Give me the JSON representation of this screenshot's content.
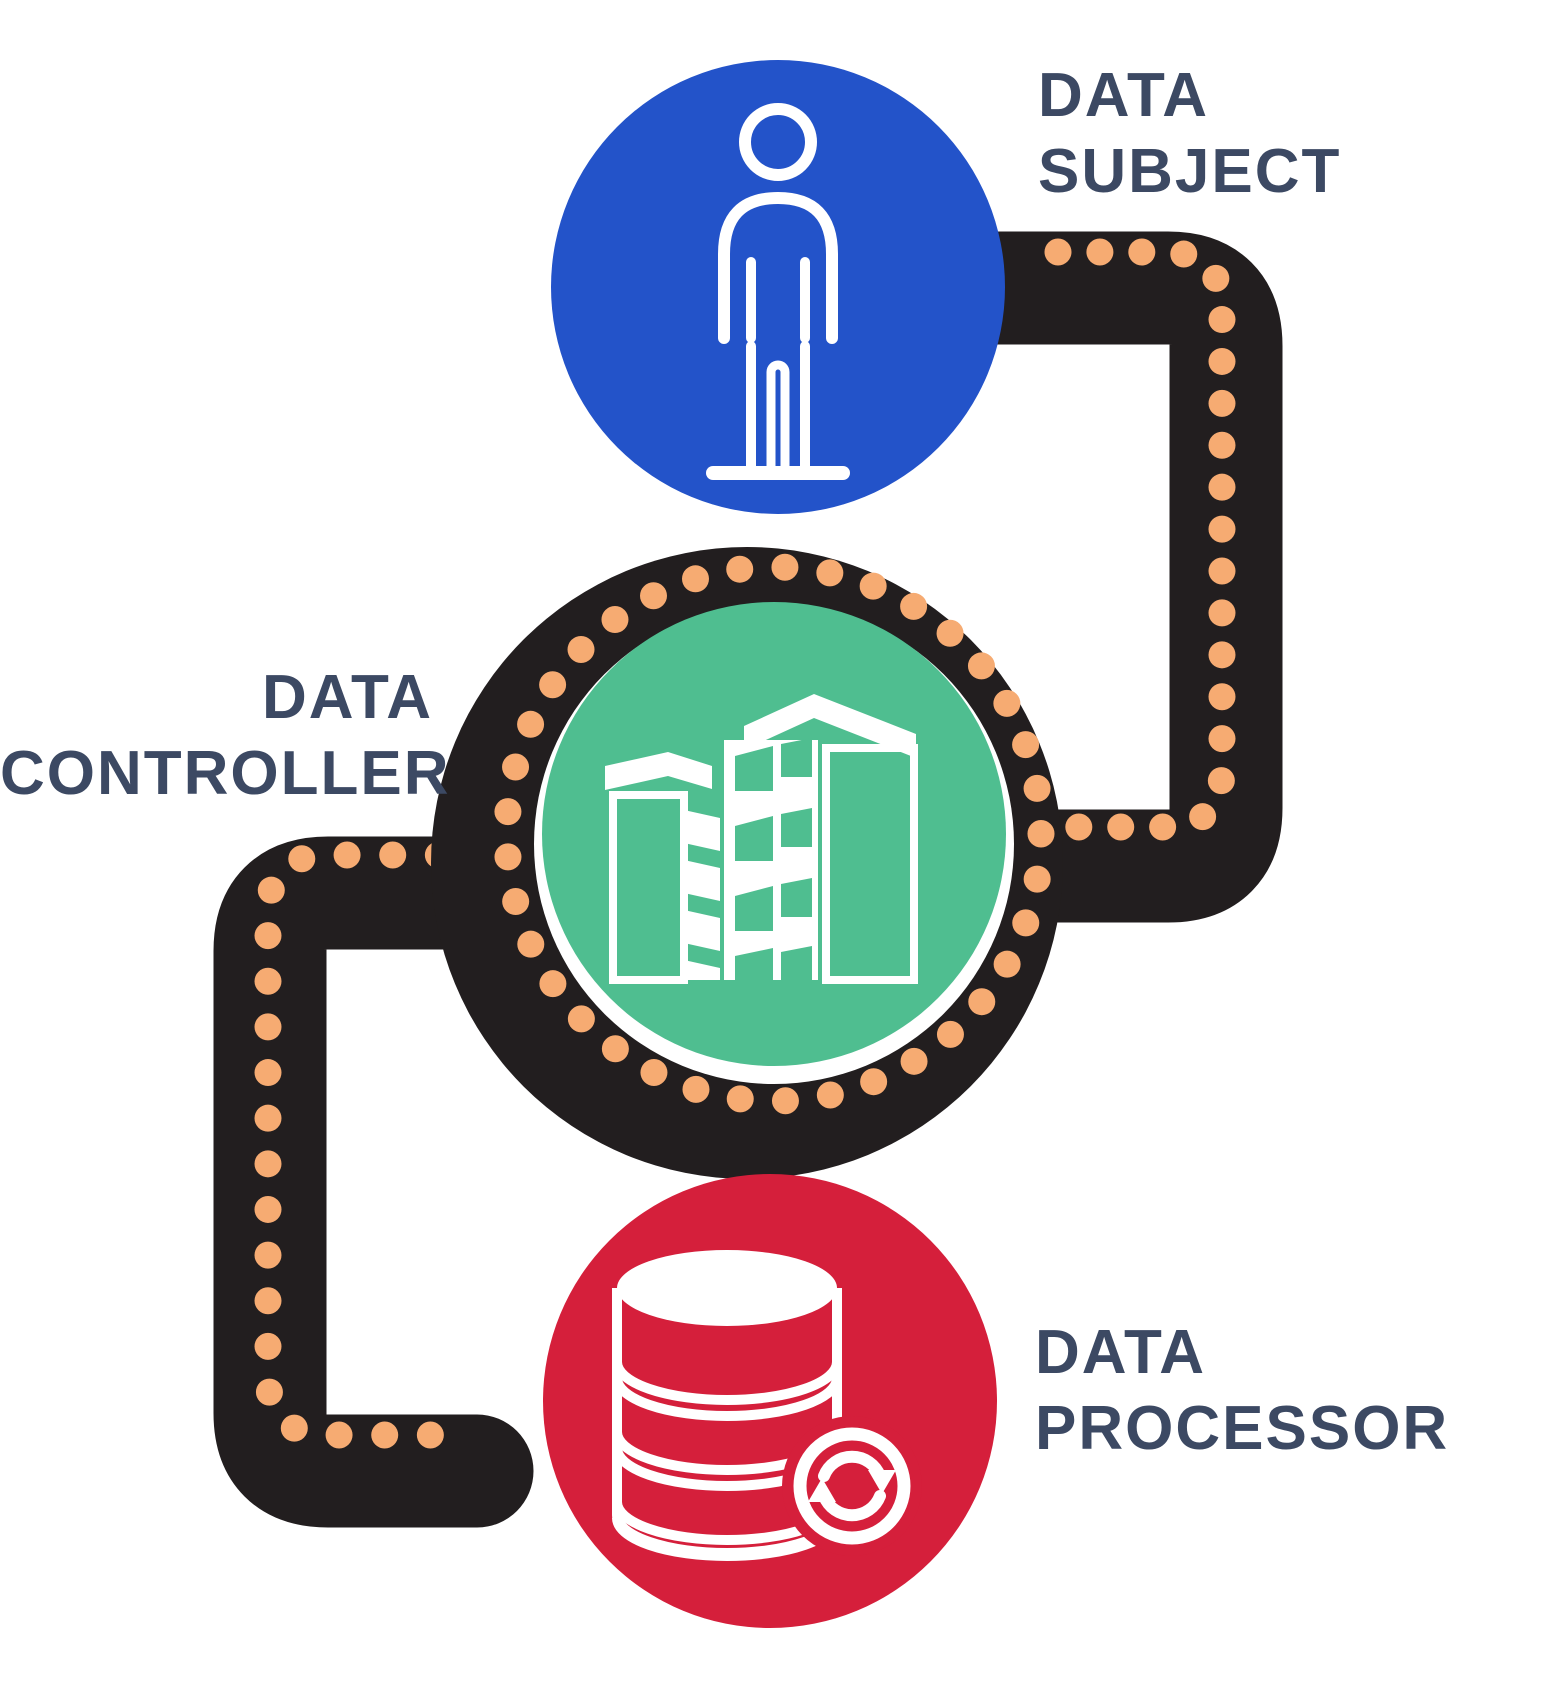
{
  "diagram": {
    "background_color": "#FFFFFF",
    "label_color": "#3C4963",
    "connector_color": "#221E1F",
    "dot_color": "#F6AB72",
    "nodes": [
      {
        "id": "data-subject",
        "label_line1": "DATA",
        "label_line2": "SUBJECT",
        "color": "#2353C9",
        "icon": "person-icon"
      },
      {
        "id": "data-controller",
        "label_line1": "DATA",
        "label_line2": "CONTROLLER",
        "color": "#4FBE90",
        "icon": "buildings-icon"
      },
      {
        "id": "data-processor",
        "label_line1": "DATA",
        "label_line2": "PROCESSOR",
        "color": "#D51F3B",
        "icon": "database-sync-icon"
      }
    ]
  }
}
